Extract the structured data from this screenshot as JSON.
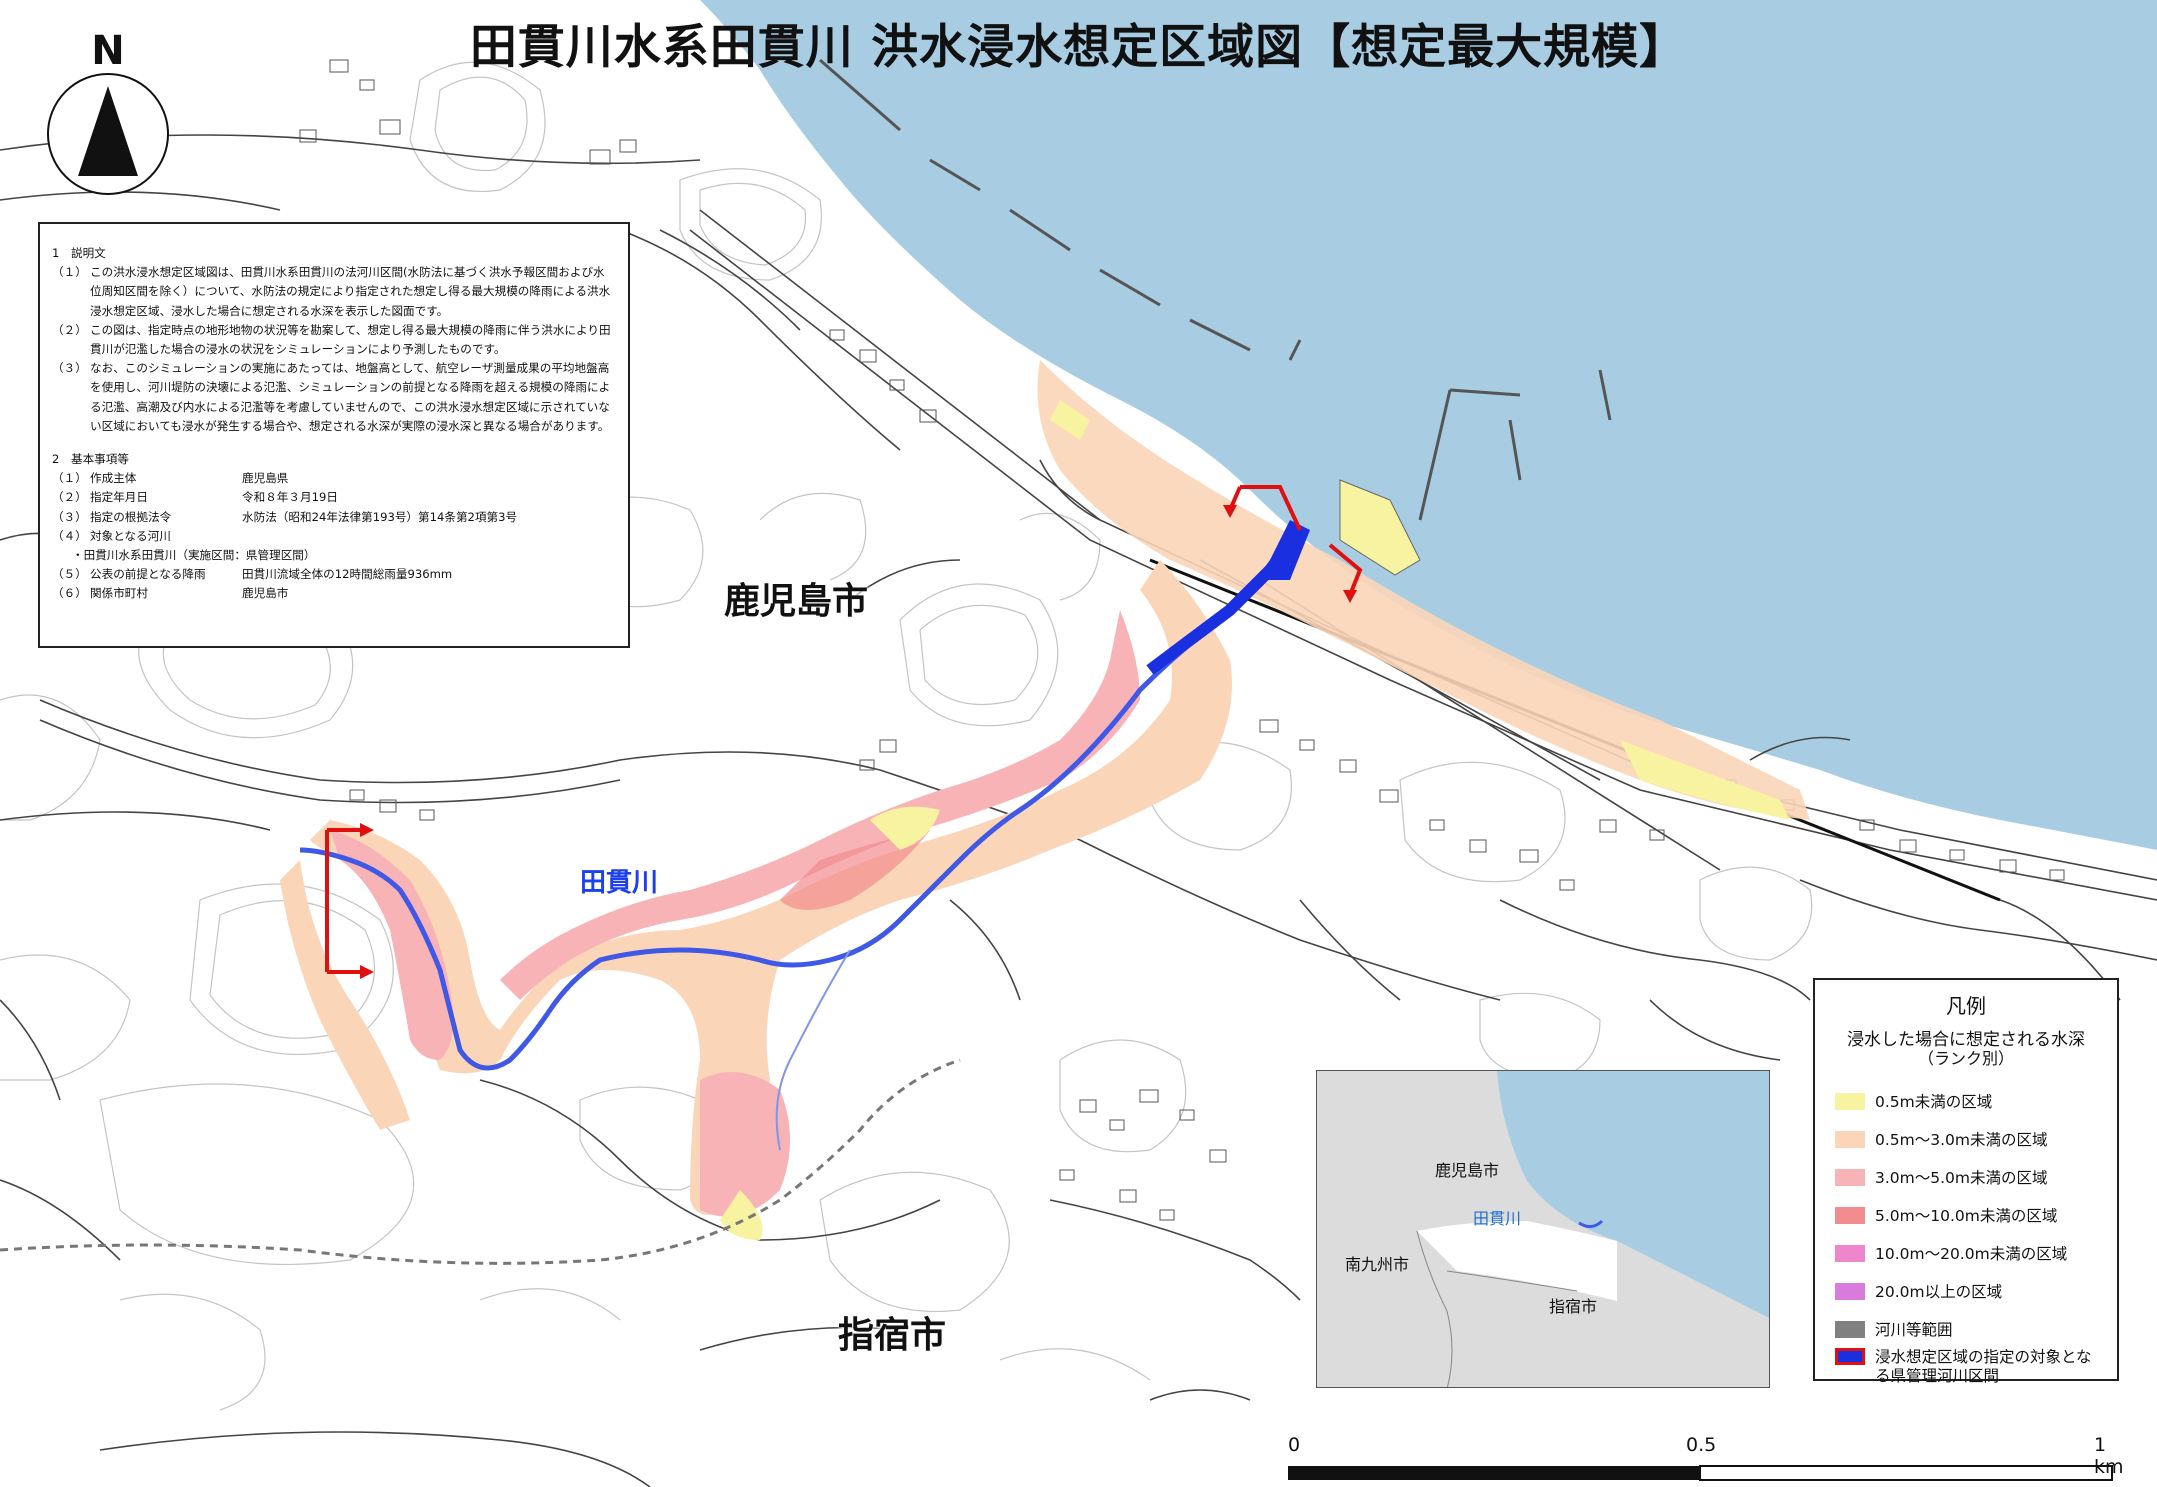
{
  "title": "田貫川水系田貫川 洪水浸水想定区域図【想定最大規模】",
  "north_label": "N",
  "notes": {
    "section1_heading": "1　説明文",
    "items": [
      {
        "num": "（１）",
        "text": "この洪水浸水想定区域図は、田貫川水系田貫川の法河川区間(水防法に基づく洪水予報区間および水位周知区間を除く）について、水防法の規定により指定された想定し得る最大規模の降雨による洪水浸水想定区域、浸水した場合に想定される水深を表示した図面です。"
      },
      {
        "num": "（２）",
        "text": "この図は、指定時点の地形地物の状況等を勘案して、想定し得る最大規模の降雨に伴う洪水により田貫川が氾濫した場合の浸水の状況をシミュレーションにより予測したものです。"
      },
      {
        "num": "（３）",
        "text": "なお、このシミュレーションの実施にあたっては、地盤高として、航空レーザ測量成果の平均地盤高を使用し、河川堤防の決壊による氾濫、シミュレーションの前提となる降雨を超える規模の降雨による氾濫、高潮及び内水による氾濫等を考慮していませんので、この洪水浸水想定区域に示されていない区域においても浸水が発生する場合や、想定される水深が実際の浸水深と異なる場合があります。"
      }
    ],
    "section2_heading": "2　基本事項等",
    "basics": [
      {
        "num": "（１）",
        "label": "作成主体",
        "value": "鹿児島県"
      },
      {
        "num": "（２）",
        "label": "指定年月日",
        "value": "令和８年３月19日"
      },
      {
        "num": "（３）",
        "label": "指定の根拠法令",
        "value": "水防法（昭和24年法律第193号）第14条第2項第3号"
      },
      {
        "num": "（４）",
        "label": "対象となる河川",
        "value": ""
      }
    ],
    "target_river": "・田貫川水系田貫川（実施区間：県管理区間）",
    "basics2": [
      {
        "num": "（５）",
        "label": "公表の前提となる降雨",
        "value": "田貫川流域全体の12時間総雨量936mm"
      },
      {
        "num": "（６）",
        "label": "関係市町村",
        "value": "鹿児島市"
      }
    ]
  },
  "places": {
    "kagoshima": "鹿児島市",
    "ibusuki": "指宿市",
    "river": "田貫川"
  },
  "inset": {
    "kagoshima": "鹿児島市",
    "river": "田貫川",
    "minamikyushu": "南九州市",
    "ibusuki": "指宿市"
  },
  "legend": {
    "title": "凡例",
    "subtitle": "浸水した場合に想定される水深",
    "note": "（ランク別）",
    "items": [
      {
        "label": "0.5m未満の区域",
        "color": "#f7f3a0"
      },
      {
        "label": "0.5m～3.0m未満の区域",
        "color": "#fbd5b8"
      },
      {
        "label": "3.0m～5.0m未満の区域",
        "color": "#f8b3b6"
      },
      {
        "label": "5.0m～10.0m未満の区域",
        "color": "#f28c8e"
      },
      {
        "label": "10.0m～20.0m未満の区域",
        "color": "#ef86cc"
      },
      {
        "label": "20.0m以上の区域",
        "color": "#d97bdc"
      },
      {
        "label": "河川等範囲",
        "color": "#808080"
      }
    ],
    "river_section_label": "浸水想定区域の指定の対象となる県管理河川区間",
    "river_section_color": "#1a2fe0",
    "river_section_outline": "#e01010"
  },
  "scale": {
    "start": "0",
    "mid": "0.5",
    "end": "1 km"
  },
  "colors": {
    "sea": "#a8cde3",
    "flood_light": "#fbd5b8",
    "flood_mid": "#f8b3b6",
    "flood_deep": "#f28c8e",
    "flood_shallow": "#f7f3a0",
    "river": "#3f58e6",
    "arrow": "#e01010"
  }
}
